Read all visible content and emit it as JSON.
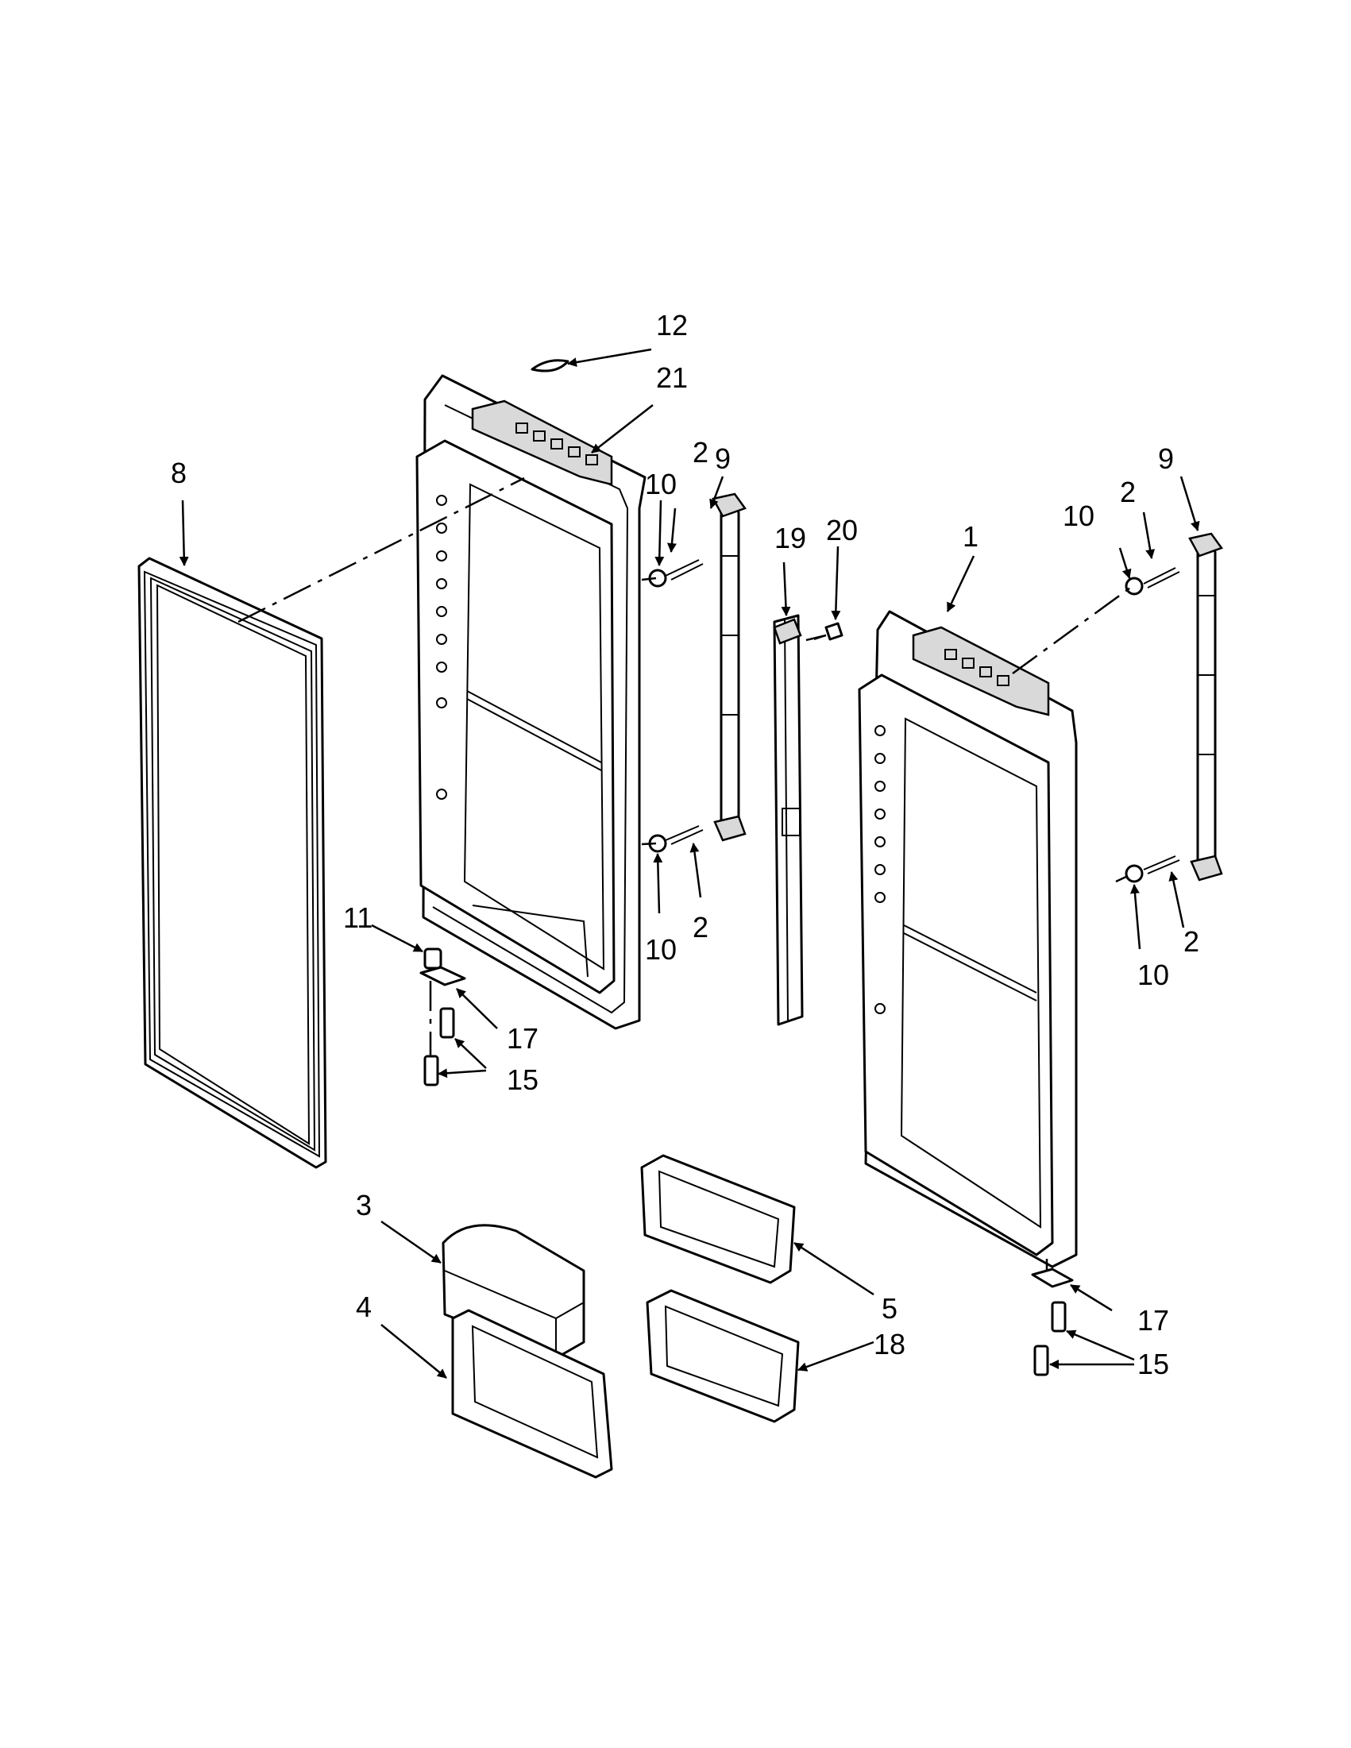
{
  "callouts": {
    "door_left_liner": "21",
    "badge": "12",
    "gasket": "8",
    "door_right": "1",
    "handle_left": "9",
    "handle_right": "9",
    "screw_lt_top": "2",
    "screw_lb": "2",
    "screw_rt_top": "2",
    "screw_rb": "2",
    "spacer_lt_top": "10",
    "spacer_lb": "10",
    "spacer_rt_top": "10",
    "spacer_rb": "10",
    "mullion": "19",
    "mullion_screw": "20",
    "hinge_pin": "11",
    "hinge_plate_left": "17",
    "hinge_plate_right": "17",
    "hinge_screws_left": "15",
    "hinge_screws_right": "15",
    "dairy_cover": "3",
    "dairy_bin": "4",
    "bin_upper": "5",
    "bin_lower": "18"
  }
}
